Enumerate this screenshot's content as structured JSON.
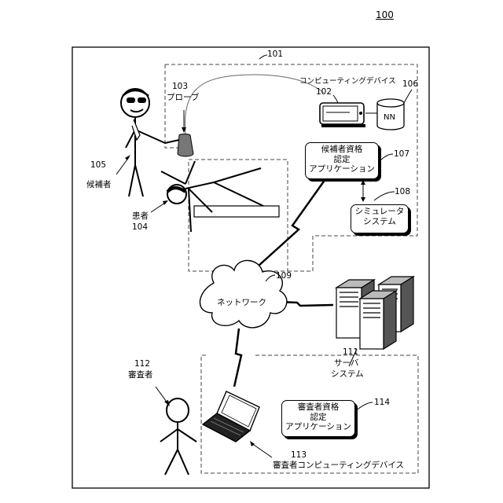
{
  "figure_number": "100",
  "labels": {
    "ref_101": "101",
    "probe_num": "103",
    "probe_text": "プローブ",
    "device_text": "コンピューティングデバイス",
    "device_num": "102",
    "nn_num": "106",
    "nn_text": "NN",
    "app_num": "107",
    "sim_num": "108",
    "candidate_num": "105",
    "candidate_text": "候補者",
    "patient_text": "患者",
    "patient_num": "104",
    "network_num": "109",
    "network_text": "ネットワーク",
    "server_num": "111",
    "server_line1": "サーバ",
    "server_line2": "システム",
    "reviewer_num": "112",
    "reviewer_text": "審査者",
    "reviewer_app_num": "114",
    "reviewer_dev_num": "113",
    "reviewer_dev_text": "審査者コンピューティングデバイス"
  },
  "boxes": {
    "candidate_app": [
      "候補者資格",
      "認定",
      "アプリケーション"
    ],
    "simulator": [
      "シミュレータ",
      "システム"
    ],
    "reviewer_app": [
      "審査者資格",
      "認定",
      "アプリケーション"
    ]
  }
}
